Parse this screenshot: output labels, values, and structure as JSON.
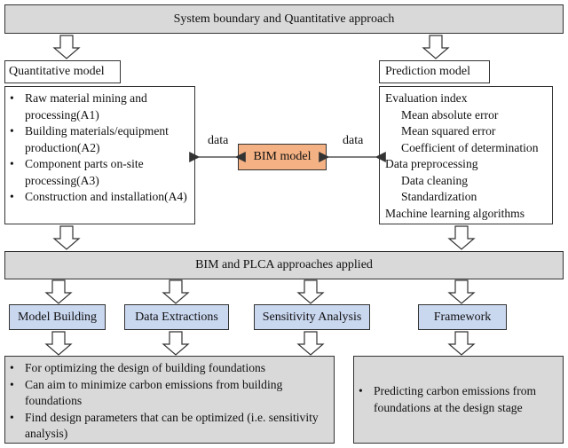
{
  "top_banner": "System boundary and Quantitative approach",
  "quantitative_model": {
    "title": "Quantitative model",
    "items": [
      "Raw material mining and processing(A1)",
      "Building materials/equipment production(A2)",
      "Component parts on-site processing(A3)",
      "Construction and installation(A4)"
    ]
  },
  "prediction_model": {
    "title": "Prediction model",
    "lines": [
      {
        "text": "Evaluation index",
        "indent": false
      },
      {
        "text": "Mean absolute error",
        "indent": true
      },
      {
        "text": "Mean squared error",
        "indent": true
      },
      {
        "text": "Coefficient of determination",
        "indent": true
      },
      {
        "text": "Data preprocessing",
        "indent": false
      },
      {
        "text": "Data cleaning",
        "indent": true
      },
      {
        "text": "Standardization",
        "indent": true
      },
      {
        "text": "Machine learning algorithms",
        "indent": false
      }
    ]
  },
  "bim_model": "BIM model",
  "data_left": "data",
  "data_right": "data",
  "middle_banner": "BIM and PLCA approaches applied",
  "stages": {
    "model_building": "Model Building",
    "data_extractions": "Data Extractions",
    "sensitivity_analysis": "Sensitivity Analysis",
    "framework": "Framework"
  },
  "bottom_left_items": [
    "For optimizing the design of building foundations",
    "Can aim to minimize carbon emissions from building foundations",
    "Find design parameters that can be optimized (i.e. sensitivity analysis)"
  ],
  "bottom_right_items": [
    "Predicting carbon emissions from foundations at the design stage"
  ],
  "colors": {
    "grey_fill": "#d9d9d9",
    "blue_fill": "#c9d7ef",
    "orange_fill": "#f4b183",
    "outline": "#333333"
  }
}
